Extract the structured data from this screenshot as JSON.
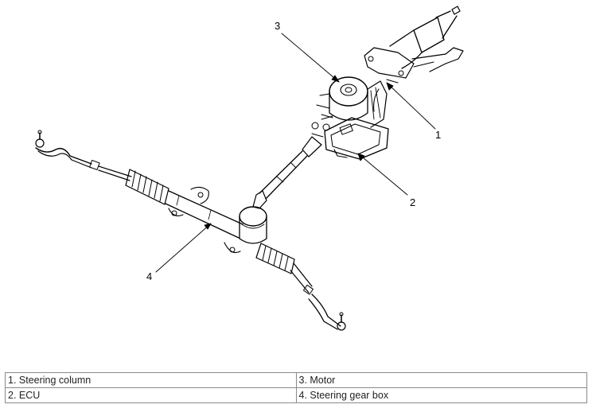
{
  "callouts": {
    "c1": "1",
    "c2": "2",
    "c3": "3",
    "c4": "4"
  },
  "legend": {
    "rows": [
      [
        "1. Steering column",
        "3. Motor"
      ],
      [
        "2. ECU",
        "4. Steering gear box"
      ]
    ]
  }
}
